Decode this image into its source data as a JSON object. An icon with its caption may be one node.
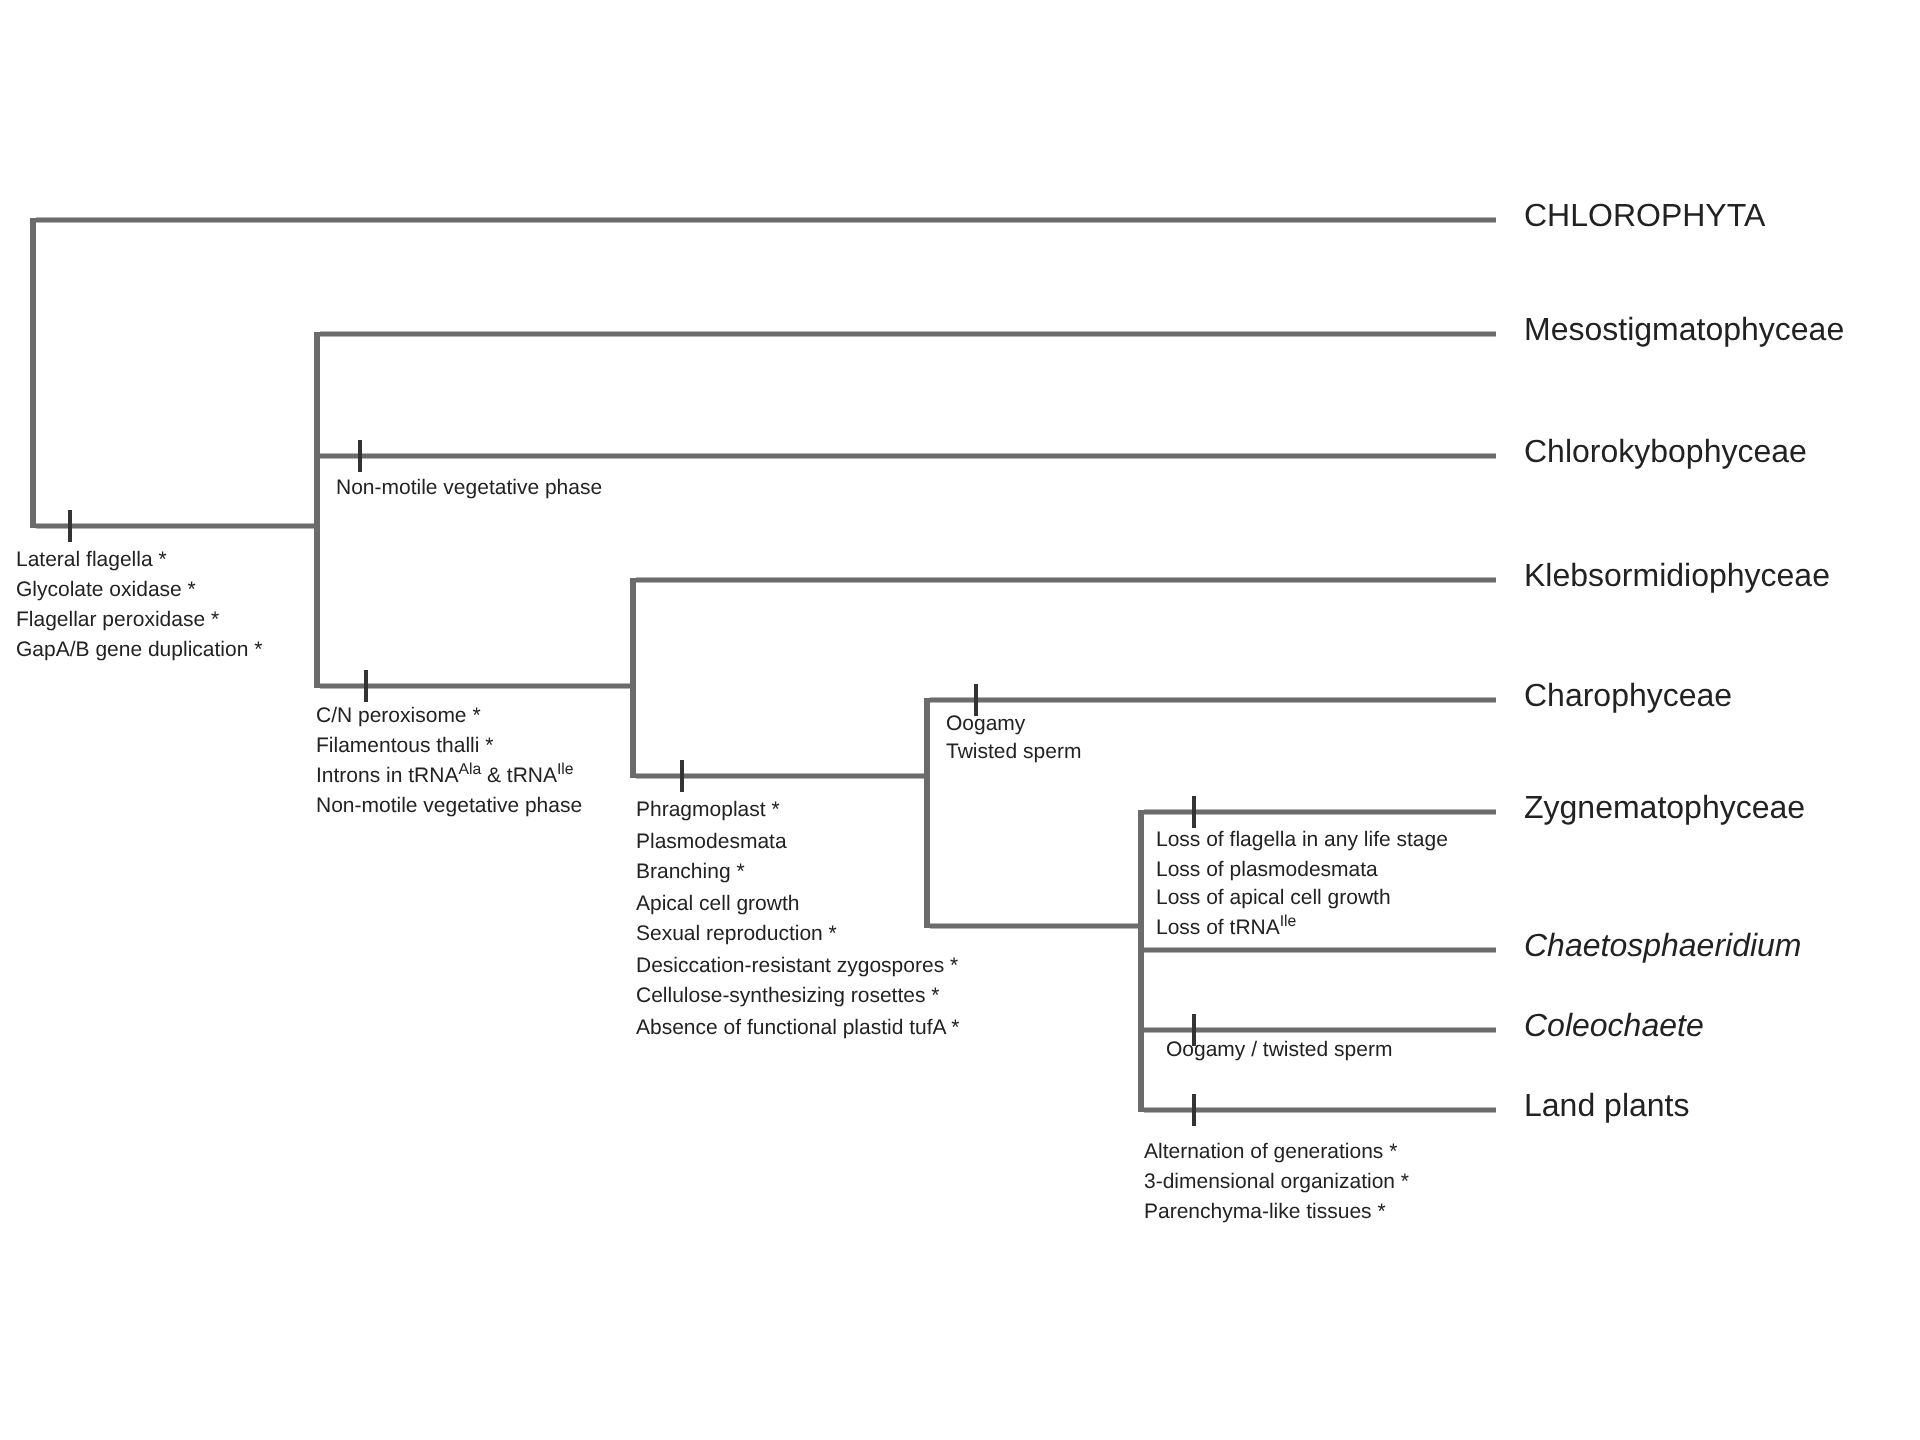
{
  "diagram": {
    "nodes": [
      {
        "text": [],
        "shape": "bar"
      },
      {
        "text": [
          "CHLOROPHYTA"
        ]
      },
      {
        "text": [],
        "shape": "bar"
      },
      {
        "text": [
          "Mesostigmatophyceae"
        ]
      },
      {
        "text": [
          "Chlorokybophyceae"
        ]
      },
      {
        "text": [],
        "shape": "bar"
      },
      {
        "text": [
          "Klebsormidiophyceae"
        ]
      },
      {
        "text": [],
        "shape": "bar"
      },
      {
        "text": [
          "Charophyceae"
        ]
      },
      {
        "text": [],
        "shape": "bar"
      },
      {
        "text": [
          "Zygnematophyceae"
        ]
      },
      {
        "text": [
          "Chaetosphaeridium"
        ]
      },
      {
        "text": [
          "Coleochaete"
        ]
      },
      {
        "text": [
          "Land plants"
        ]
      }
    ],
    "edges": [
      {
        "from": 0,
        "to": 1,
        "arrow": "none"
      },
      {
        "from": 0,
        "to": 2,
        "arrow": "none"
      },
      {
        "from": 2,
        "to": 3,
        "arrow": "none"
      },
      {
        "from": 2,
        "to": 4,
        "arrow": "none"
      },
      {
        "from": 2,
        "to": 5,
        "arrow": "none"
      },
      {
        "from": 5,
        "to": 6,
        "arrow": "none"
      },
      {
        "from": 5,
        "to": 7,
        "arrow": "none"
      },
      {
        "from": 7,
        "to": 8,
        "arrow": "none"
      },
      {
        "from": 7,
        "to": 9,
        "arrow": "none"
      },
      {
        "from": 9,
        "to": 10,
        "arrow": "none"
      },
      {
        "from": 9,
        "to": 11,
        "arrow": "none"
      },
      {
        "from": 9,
        "to": 12,
        "arrow": "none"
      },
      {
        "from": 9,
        "to": 13,
        "arrow": "none"
      }
    ],
    "labels": [
      "Non-motile vegetative phase",
      "Lateral flagella *",
      "Glycolate oxidase *",
      "Flagellar peroxidase *",
      "GapA/B gene duplication *",
      "C/N peroxisome *",
      "Filamentous thalli *",
      "Introns in tRNA$^{Ala}$ & tRNA$^{Ile}$",
      "Non-motile vegetative phase",
      "Oogamy",
      "Twisted sperm",
      "Phragmoplast *",
      "Plasmodesmata",
      "Branching *",
      "Apical cell growth",
      "Sexual reproduction *",
      "Desiccation-resistant zygospores *",
      "Cellulose-synthesizing rosettes *",
      "Absence of functional plastid tufA *",
      "Loss of flagella in any life stage",
      "Loss of plasmodesmata",
      "Loss of apical cell growth",
      "Loss of tRNA$^{Ile}$",
      "Oogamy / twisted sperm",
      "Alternation of generations *",
      "3-dimensional organization *",
      "Parenchyma-like tissues *"
    ]
  }
}
